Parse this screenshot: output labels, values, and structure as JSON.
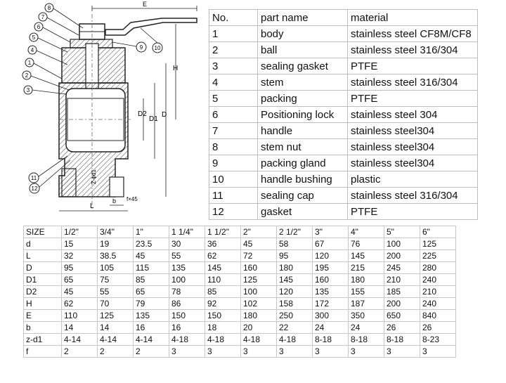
{
  "drawing": {
    "callouts": [
      "1",
      "2",
      "3",
      "4",
      "5",
      "6",
      "7",
      "8",
      "9",
      "10",
      "11",
      "12"
    ],
    "dims": {
      "E": "E",
      "H": "H",
      "D": "D",
      "D1": "D1",
      "D2": "D2",
      "L": "L",
      "b": "b",
      "f": "f×45",
      "zd1": "Z-ϕd1"
    }
  },
  "parts_table": {
    "header": [
      "No.",
      "part name",
      "material"
    ],
    "rows": [
      [
        "1",
        "body",
        "stainless steel CF8M/CF8"
      ],
      [
        "2",
        "ball",
        "stainless steel 316/304"
      ],
      [
        "3",
        "sealing gasket",
        "PTFE"
      ],
      [
        "4",
        "stem",
        "stainless steel 316/304"
      ],
      [
        "5",
        "packing",
        "PTFE"
      ],
      [
        "6",
        "Positioning lock",
        "stainless steel 304"
      ],
      [
        "7",
        "handle",
        "stainless steel304"
      ],
      [
        "8",
        "stem nut",
        "stainless steel304"
      ],
      [
        "9",
        "packing gland",
        "stainless steel304"
      ],
      [
        "10",
        "handle bushing",
        "plastic"
      ],
      [
        "11",
        "sealing cap",
        "stainless steel 316/304"
      ],
      [
        "12",
        "gasket",
        "PTFE"
      ]
    ]
  },
  "size_table": {
    "rows": [
      [
        "SIZE",
        "1/2\"",
        "3/4\"",
        "1\"",
        "1 1/4\"",
        "1 1/2\"",
        "2\"",
        "2 1/2\"",
        "3\"",
        "4\"",
        "5\"",
        "6\""
      ],
      [
        "d",
        "15",
        "19",
        "23.5",
        "30",
        "36",
        "45",
        "58",
        "67",
        "76",
        "100",
        "125"
      ],
      [
        "L",
        "32",
        "38.5",
        "45",
        "55",
        "62",
        "72",
        "95",
        "120",
        "145",
        "200",
        "225"
      ],
      [
        "D",
        "95",
        "105",
        "115",
        "135",
        "145",
        "160",
        "180",
        "195",
        "215",
        "245",
        "280"
      ],
      [
        "D1",
        "65",
        "75",
        "85",
        "100",
        "110",
        "125",
        "145",
        "160",
        "180",
        "210",
        "240"
      ],
      [
        "D2",
        "45",
        "55",
        "65",
        "78",
        "85",
        "100",
        "120",
        "135",
        "155",
        "185",
        "210"
      ],
      [
        "H",
        "62",
        "70",
        "79",
        "86",
        "92",
        "102",
        "158",
        "172",
        "187",
        "200",
        "240"
      ],
      [
        "E",
        "110",
        "125",
        "135",
        "150",
        "150",
        "180",
        "250",
        "300",
        "350",
        "650",
        "840"
      ],
      [
        "b",
        "14",
        "14",
        "16",
        "16",
        "18",
        "20",
        "22",
        "24",
        "24",
        "26",
        "26"
      ],
      [
        "z-d1",
        "4-14",
        "4-14",
        "4-14",
        "4-18",
        "4-18",
        "4-18",
        "4-18",
        "8-18",
        "8-18",
        "8-18",
        "8-23"
      ],
      [
        "f",
        "2",
        "2",
        "2",
        "3",
        "3",
        "3",
        "3",
        "3",
        "3",
        "3",
        "3"
      ]
    ]
  }
}
